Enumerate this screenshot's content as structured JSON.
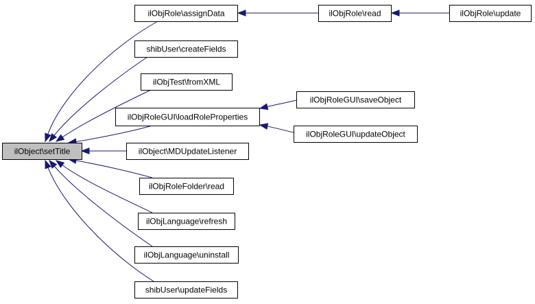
{
  "diagram": {
    "colors": {
      "edge": "#191970",
      "node_fill": "#ffffff",
      "root_fill": "#bfbfbf",
      "border": "#000000"
    },
    "nodes": [
      {
        "id": "setTitle",
        "label": "ilObject\\setTitle",
        "root": true
      },
      {
        "id": "assignData",
        "label": "ilObjRole\\assignData"
      },
      {
        "id": "roleRead",
        "label": "ilObjRole\\read"
      },
      {
        "id": "roleUpdate",
        "label": "ilObjRole\\update"
      },
      {
        "id": "createFields",
        "label": "shibUser\\createFields"
      },
      {
        "id": "fromXML",
        "label": "ilObjTest\\fromXML"
      },
      {
        "id": "loadRoleProps",
        "label": "ilObjRoleGUI\\loadRoleProperties"
      },
      {
        "id": "saveObject",
        "label": "ilObjRoleGUI\\saveObject"
      },
      {
        "id": "updateObject",
        "label": "ilObjRoleGUI\\updateObject"
      },
      {
        "id": "mdUpdate",
        "label": "ilObject\\MDUpdateListener"
      },
      {
        "id": "folderRead",
        "label": "ilObjRoleFolder\\read"
      },
      {
        "id": "langRefresh",
        "label": "ilObjLanguage\\refresh"
      },
      {
        "id": "langUninstall",
        "label": "ilObjLanguage\\uninstall"
      },
      {
        "id": "updateFields",
        "label": "shibUser\\updateFields"
      }
    ],
    "edges": [
      {
        "from": "assignData",
        "to": "setTitle"
      },
      {
        "from": "createFields",
        "to": "setTitle"
      },
      {
        "from": "fromXML",
        "to": "setTitle"
      },
      {
        "from": "loadRoleProps",
        "to": "setTitle"
      },
      {
        "from": "mdUpdate",
        "to": "setTitle"
      },
      {
        "from": "folderRead",
        "to": "setTitle"
      },
      {
        "from": "langRefresh",
        "to": "setTitle"
      },
      {
        "from": "langUninstall",
        "to": "setTitle"
      },
      {
        "from": "updateFields",
        "to": "setTitle"
      },
      {
        "from": "roleRead",
        "to": "assignData"
      },
      {
        "from": "roleUpdate",
        "to": "roleRead"
      },
      {
        "from": "saveObject",
        "to": "loadRoleProps"
      },
      {
        "from": "updateObject",
        "to": "loadRoleProps"
      }
    ]
  }
}
